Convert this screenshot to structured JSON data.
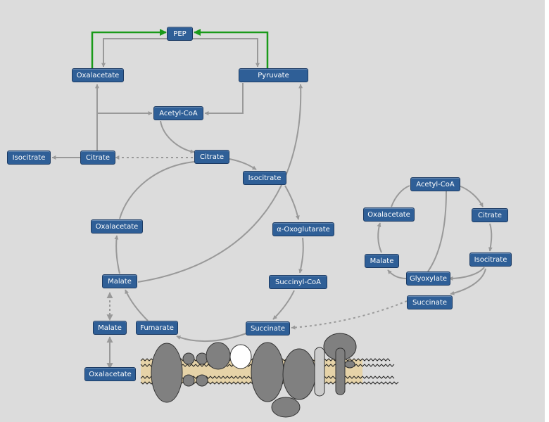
{
  "colors": {
    "background": "#dcdcdc",
    "node": "#2f5f97",
    "arrow": "#999999",
    "highlight_arrow": "#1a9a1a",
    "membrane_protein": "#808080"
  },
  "nodes": {
    "pep": "PEP",
    "oxalacetate_top": "Oxalacetate",
    "pyruvate": "Pyruvate",
    "acetyl_coa_main": "Acetyl-CoA",
    "isocitrate_left": "Isocitrate",
    "citrate_left": "Citrate",
    "citrate_tca": "Citrate",
    "isocitrate_tca": "Isocitrate",
    "oxalacetate_tca": "Oxalacetate",
    "alpha_oxoglutarate": "α-Oxoglutarate",
    "malate_tca": "Malate",
    "succinyl_coa": "Succinyl-CoA",
    "malate_transport": "Malate",
    "fumarate": "Fumarate",
    "succinate_tca": "Succinate",
    "oxalacetate_bottom": "Oxalacetate",
    "acetyl_coa_gly": "Acetyl-CoA",
    "oxalacetate_gly": "Oxalacetate",
    "citrate_gly": "Citrate",
    "malate_gly": "Malate",
    "isocitrate_gly": "Isocitrate",
    "glyoxylate": "Glyoxylate",
    "succinate_gly": "Succinate"
  }
}
